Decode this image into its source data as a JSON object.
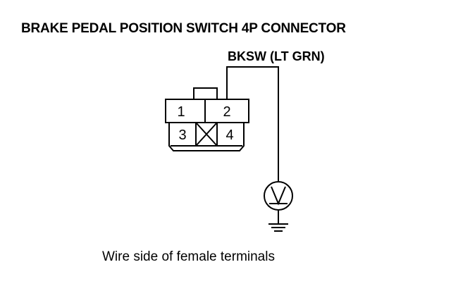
{
  "diagram": {
    "title": "BRAKE PEDAL POSITION SWITCH 4P CONNECTOR",
    "wire_label": "BKSW (LT GRN)",
    "caption": "Wire side of female terminals",
    "connector": {
      "pins": [
        {
          "label": "1"
        },
        {
          "label": "2"
        },
        {
          "label": "3"
        },
        {
          "label": "4"
        }
      ]
    },
    "meter_icon": "voltmeter-icon",
    "ground_icon": "ground-icon",
    "blocked_cavity_icon": "blocked-cavity-x-icon",
    "line_color": "#000000"
  }
}
